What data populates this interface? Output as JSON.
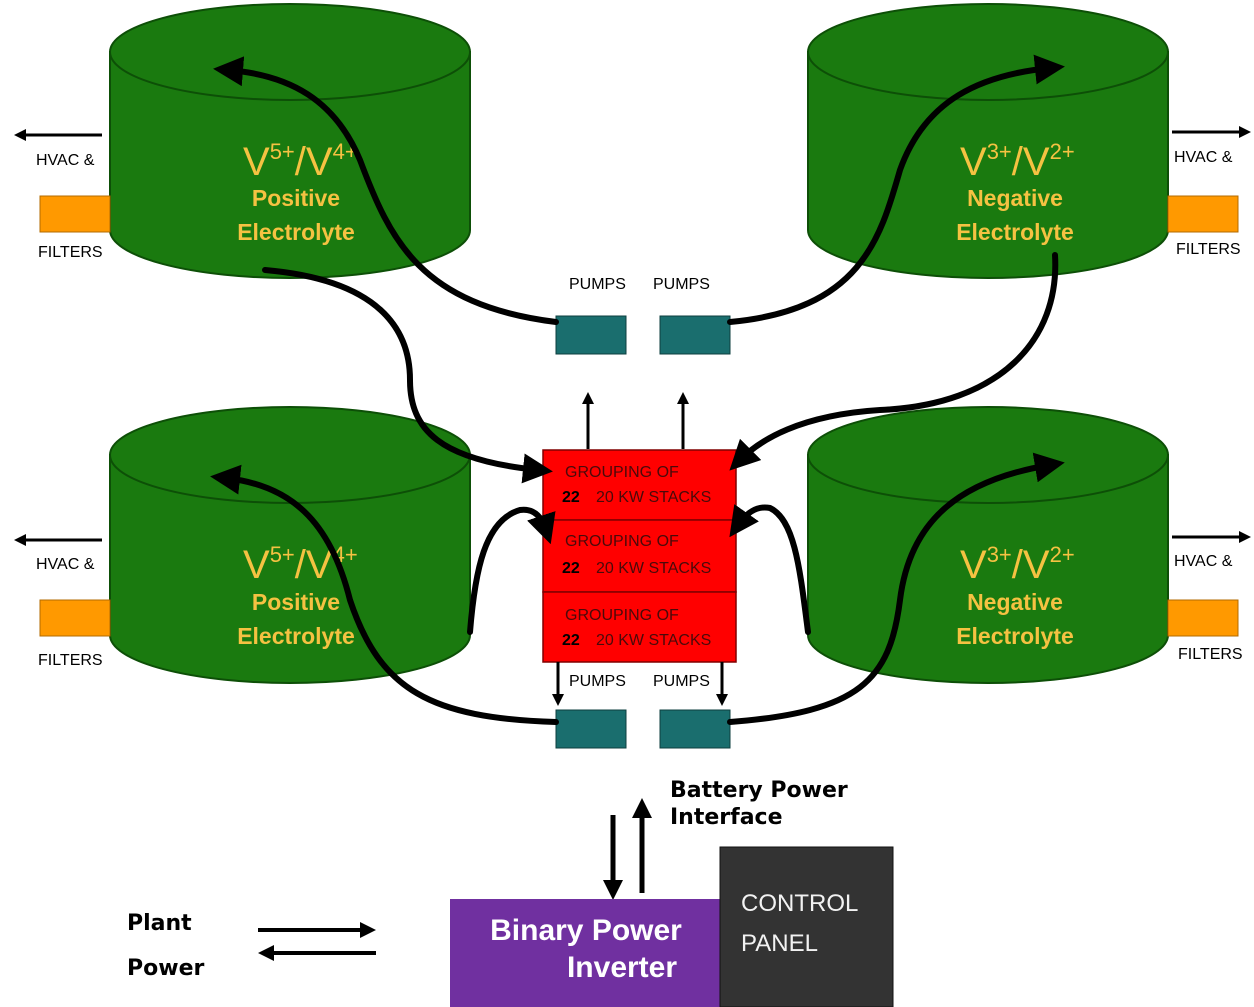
{
  "tanks": [
    {
      "ion_a": "V",
      "charge_a": "5+",
      "ion_b": "V",
      "charge_b": "4+",
      "line1": "Positive",
      "line2": "Electrolyte"
    },
    {
      "ion_a": "V",
      "charge_a": "3+",
      "ion_b": "V",
      "charge_b": "2+",
      "line1": "Negative",
      "line2": "Electrolyte"
    },
    {
      "ion_a": "V",
      "charge_a": "5+",
      "ion_b": "V",
      "charge_b": "4+",
      "line1": "Positive",
      "line2": "Electrolyte"
    },
    {
      "ion_a": "V",
      "charge_a": "3+",
      "ion_b": "V",
      "charge_b": "2+",
      "line1": "Negative",
      "line2": "Electrolyte"
    }
  ],
  "hvac_label": "HVAC &",
  "filters_label": "FILTERS",
  "pumps_label": "PUMPS",
  "stack_groups": [
    {
      "line1": "GROUPING OF",
      "count": "22",
      "line2": "20 KW STACKS"
    },
    {
      "line1": "GROUPING OF",
      "count": "22",
      "line2": "20 KW STACKS"
    },
    {
      "line1": "GROUPING OF",
      "count": "22",
      "line2": "20 KW STACKS"
    }
  ],
  "battery_interface": {
    "line1": "Battery Power",
    "line2": "Interface"
  },
  "plant_power": {
    "line1": "Plant",
    "line2": "Power"
  },
  "inverter": {
    "line1": "Binary Power",
    "line2": "Inverter"
  },
  "control_panel": {
    "line1": "CONTROL",
    "line2": "PANEL"
  },
  "colors": {
    "tank": "#1a7a0f",
    "tank_dark": "#135c0a",
    "electrolyte_text": "#f5c242",
    "filter": "#ff9900",
    "pump": "#1a6e6e",
    "stack": "#ff0000",
    "inverter": "#7030a0",
    "control_panel": "#333333"
  }
}
